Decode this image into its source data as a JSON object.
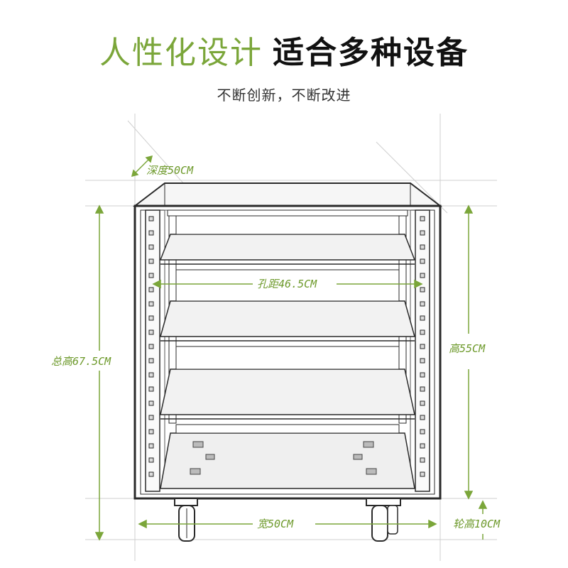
{
  "header": {
    "title_green": "人性化设计",
    "title_black": "适合多种设备",
    "subtitle": "不断创新，不断改进"
  },
  "dimensions": {
    "depth": "深度50CM",
    "hole_spacing": "孔距46.5CM",
    "total_height": "总高67.5CM",
    "height": "高55CM",
    "width": "宽50CM",
    "wheel_height": "轮高10CM"
  },
  "colors": {
    "accent": "#7ba63a",
    "line": "#2a2a2a"
  }
}
